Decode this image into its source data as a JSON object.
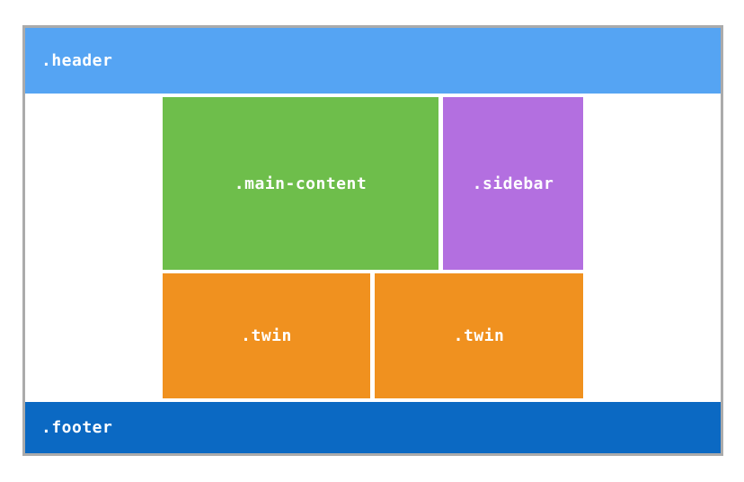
{
  "layout_demo": {
    "text_color": "#ffffff",
    "frame_border_color": "#ababab",
    "page_background": "#ffffff",
    "boxes": {
      "header": {
        "label": ".header",
        "color": "#55a4f3"
      },
      "main_content": {
        "label": ".main-content",
        "color": "#6ebe4b"
      },
      "sidebar": {
        "label": ".sidebar",
        "color": "#b36fe0"
      },
      "twin_left": {
        "label": ".twin",
        "color": "#f0911f"
      },
      "twin_right": {
        "label": ".twin",
        "color": "#f0911f"
      },
      "footer": {
        "label": ".footer",
        "color": "#0b69c3"
      }
    }
  }
}
